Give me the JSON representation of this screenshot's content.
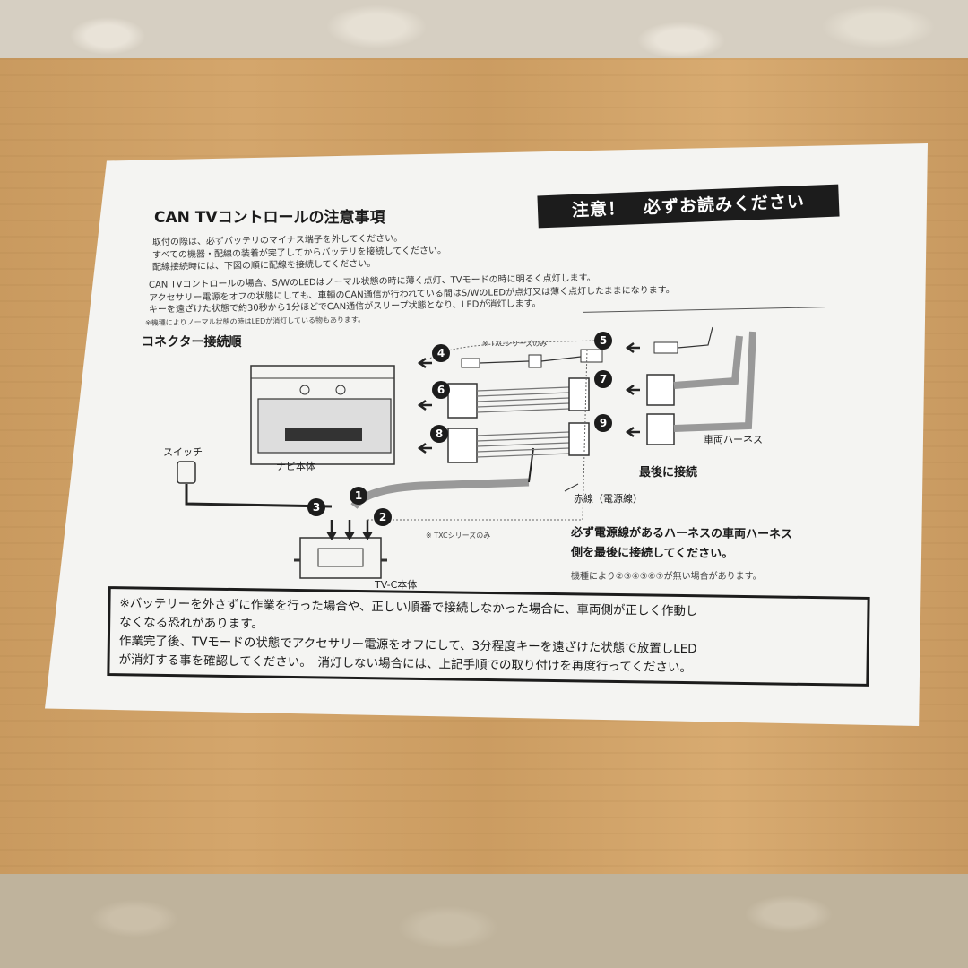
{
  "document": {
    "title": "CAN TVコントロールの注意事項",
    "warning_banner": "注意！　必ずお読みください",
    "intro_lines": [
      "取付の際は、必ずバッテリのマイナス端子を外してください。",
      "すべての機器・配線の装着が完了してからバッテリを接続してください。",
      "配線接続時には、下図の順に配線を接続してください。"
    ],
    "led_lines": [
      "CAN TVコントロールの場合、S/WのLEDはノーマル状態の時に薄く点灯、TVモードの時に明るく点灯します。",
      "アクセサリー電源をオフの状態にしても、車輌のCAN通信が行われている間はS/WのLEDが点灯又は薄く点灯したままになります。",
      "キーを遠ざけた状態で約30秒から1分ほどでCAN通信がスリープ状態となり、LEDが消灯します。"
    ],
    "footnote": "※機種によりノーマル状態の時はLEDが消灯している物もあります。",
    "section_title": "コネクター接続順",
    "diagram": {
      "navi_label": "ナビ本体",
      "switch_label": "スイッチ",
      "tvc_label": "TV-C本体",
      "harness_label": "車両ハーネス",
      "last_connect_label": "最後に接続",
      "red_wire_label": "赤線（電源線）",
      "txc_only_top": "※ TXCシリーズのみ",
      "txc_only_bottom": "※ TXCシリーズのみ",
      "numbers": [
        "1",
        "2",
        "3",
        "4",
        "5",
        "6",
        "7",
        "8",
        "9"
      ]
    },
    "harness_note_lines": [
      "必ず電源線があるハーネスの車両ハーネス",
      "側を最後に接続してください。"
    ],
    "model_note": "機種により②③④⑤⑥⑦が無い場合があります。",
    "notice_lines": [
      "※バッテリーを外さずに作業を行った場合や、正しい順番で接続しなかった場合に、車両側が正しく作動し",
      "なくなる恐れがあります。",
      "作業完了後、TVモードの状態でアクセサリー電源をオフにして、3分程度キーを遠ざけた状態で放置しLED",
      "が消灯する事を確認してください。　消灯しない場合には、上記手順での取り付けを再度行ってください。"
    ]
  }
}
